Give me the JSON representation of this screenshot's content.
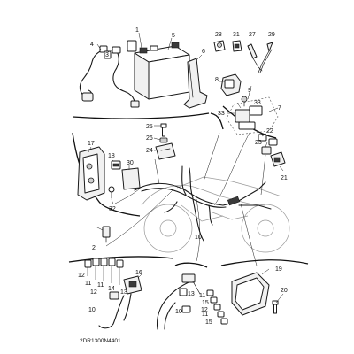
{
  "diagram": {
    "drawing_code": "2DR1300N4401",
    "callouts": {
      "c1": "1",
      "c2": "2",
      "c3": "3",
      "c4": "4",
      "c5": "5",
      "c6": "6",
      "c7": "7",
      "c8": "8",
      "c9": "9",
      "c10a": "10",
      "c10b": "10",
      "c10c": "10",
      "c11a": "11",
      "c11b": "11",
      "c11c": "11",
      "c11d": "11",
      "c12a": "12",
      "c12b": "12",
      "c12c": "12",
      "c13a": "13",
      "c13b": "13",
      "c14": "14",
      "c15a": "15",
      "c15b": "15",
      "c16": "16",
      "c17": "17",
      "c18": "18",
      "c19": "19",
      "c20": "20",
      "c21": "21",
      "c22": "22",
      "c23": "23",
      "c24": "24",
      "c25": "25",
      "c26": "26",
      "c27": "27",
      "c28": "28",
      "c29": "29",
      "c30": "30",
      "c31": "31",
      "c32": "32",
      "c33a": "33",
      "c33b": "33"
    }
  }
}
